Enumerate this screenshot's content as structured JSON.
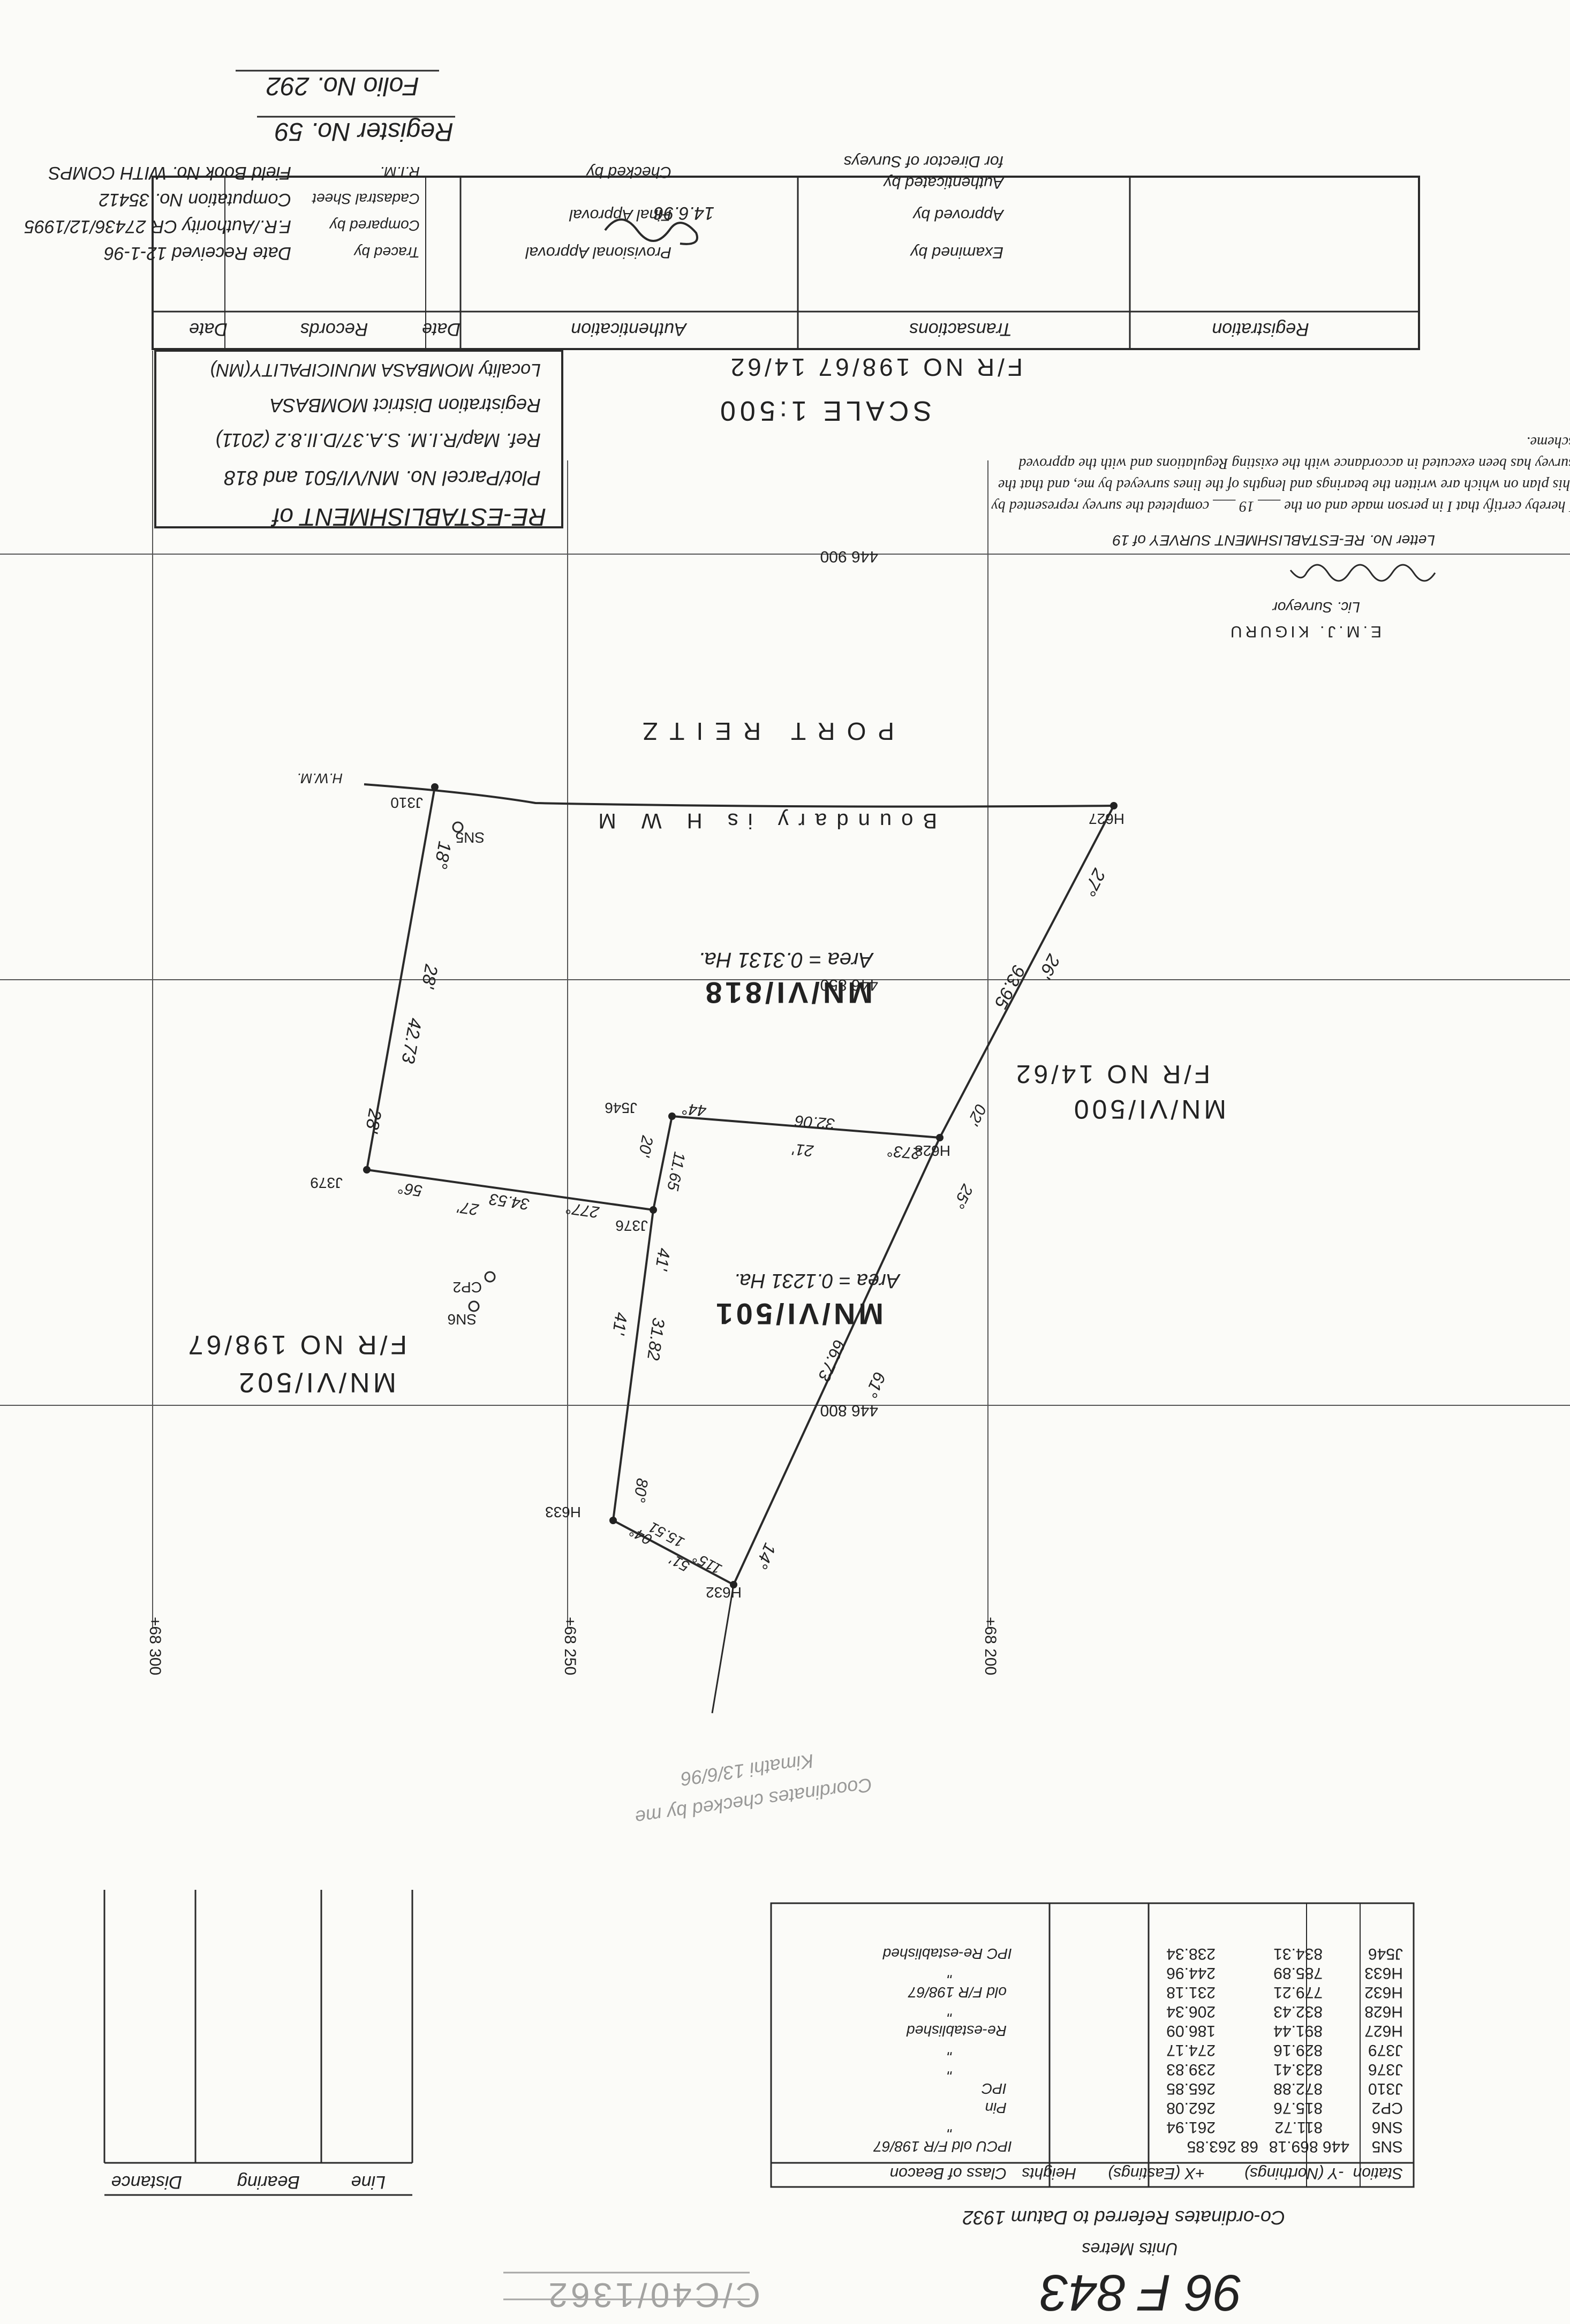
{
  "document": {
    "register_no": "Register No. 59",
    "folio_no": "Folio No. 292",
    "registration_box": {
      "headers": [
        "Registration",
        "Transactions",
        "Authentication",
        "Date",
        "Records",
        "Date"
      ],
      "lines": [
        "Date Received 12-1-96",
        "F.R./Authority CR 27436/12/1995",
        "Computation No. 35412",
        "Field Book No. WITH COMPS",
        "Provisional Approval",
        "Final Approval",
        "Checked by",
        "Examined by",
        "Approved by",
        "Authenticated by",
        "for Director of Surveys",
        "Traced by",
        "Compared by",
        "Cadastral Sheet",
        "R.I.M."
      ],
      "date_approved": "14.6.96"
    },
    "title": {
      "heading": "RE-ESTABLISHMENT of",
      "plot": "Plot/Parcel No. MN/VI/501 and 818",
      "map": "Ref. Map/R.I.M. S.A.37/D.II.8.2 (2011)",
      "district": "Registration District MOMBASA",
      "locality": "Locality MOMBASA MUNICIPALITY(MN)"
    },
    "scale": "SCALE 1:500",
    "fr_reference": "F/R NO 198/67 14/62",
    "certificate": {
      "text": "I hereby certify that I in person made and on the ___ 19 ___ completed the survey represented by this plan on which are written the bearings and lengths of the lines surveyed by me, and that the survey has been executed in accordance with the existing Regulations and with the approved scheme.",
      "letter": "Letter No. RE-ESTABLISHMENT SURVEY of 19",
      "surveyor": "E.M.J. KIGURU",
      "surveyor_title": "Lic. Surveyor"
    },
    "parcels": {
      "p818": {
        "name": "MN/VI/818",
        "area": "Area = 0.3131 Ha."
      },
      "p501": {
        "name": "MN/VI/501",
        "area": "Area = 0.1231 Ha."
      },
      "p500": {
        "name": "MN/VI/500",
        "fr": "F/R NO 14/62"
      },
      "p502": {
        "name": "MN/VI/502",
        "fr": "F/R NO 198/67"
      }
    },
    "features": {
      "port": "PORT REITZ",
      "boundary": "Boundary is H W M",
      "hwm": "H.W.M."
    },
    "stations": [
      {
        "id": "J310"
      },
      {
        "id": "H627"
      },
      {
        "id": "J379"
      },
      {
        "id": "J376"
      },
      {
        "id": "J546"
      },
      {
        "id": "H628"
      },
      {
        "id": "H633"
      },
      {
        "id": "H632"
      },
      {
        "id": "SN5"
      },
      {
        "id": "CP2"
      },
      {
        "id": "SN6"
      }
    ],
    "line_labels": {
      "a1": "18°",
      "a2": "42.73",
      "a3": "28'",
      "b1": "27°",
      "b2": "93.95",
      "b3": "26'",
      "c1": "56°",
      "c2": "34.53",
      "c3": "27'",
      "d1": "277°",
      "d2": "20'",
      "d3": "11.65",
      "e1": "44°",
      "e2": "32.06",
      "e3": "21'",
      "e4": "273°",
      "f1": "25°",
      "f2": "02'",
      "g1": "31.82",
      "g2": "41'",
      "h1": "80°",
      "h2": "15.51",
      "h3": "115°",
      "h4": "51'",
      "h5": "04°",
      "i1": "61°",
      "i2": "66.73",
      "i3": "14°"
    },
    "grid": {
      "e1": "446 900",
      "e2": "446 850",
      "e3": "446 800",
      "n1": "+68 200",
      "n2": "+68 250",
      "n3": "+68 300"
    },
    "coords_table": {
      "title": "Co-ordinates Referred to Datum 1932",
      "units": "Units Metres",
      "headers": [
        "Station",
        "-Y (Northings)",
        "+X (Eastings)",
        "Heights",
        "Class of Beacon"
      ],
      "rows": [
        [
          "SN5",
          "446 869.18",
          "68 263.85",
          "",
          "IPCU old F/R 198/67"
        ],
        [
          "SN6",
          "811.72",
          "261.94",
          "",
          "\""
        ],
        [
          "CP2",
          "815.76",
          "262.08",
          "",
          "Pin"
        ],
        [
          "J310",
          "872.88",
          "265.85",
          "",
          "IPC"
        ],
        [
          "J376",
          "823.41",
          "239.83",
          "",
          "\""
        ],
        [
          "J379",
          "829.16",
          "274.17",
          "",
          "\""
        ],
        [
          "H627",
          "891.44",
          "186.09",
          "",
          "Re-established"
        ],
        [
          "H628",
          "832.43",
          "206.34",
          "",
          "\""
        ],
        [
          "H632",
          "779.21",
          "231.18",
          "",
          "old F/R 198/67"
        ],
        [
          "H633",
          "785.89",
          "244.96",
          "",
          "\""
        ],
        [
          "J546",
          "834.31",
          "238.34",
          "",
          "IPC Re-established"
        ]
      ]
    },
    "line_table": {
      "headers": [
        "Line",
        "Bearing",
        "Distance"
      ]
    },
    "annotations": {
      "pencil": "Coordinates checked by me",
      "pencil_date": "Kimathi 13/6/96",
      "plan_no": "96 F 843",
      "fr_no": "C/C40/1362"
    }
  }
}
